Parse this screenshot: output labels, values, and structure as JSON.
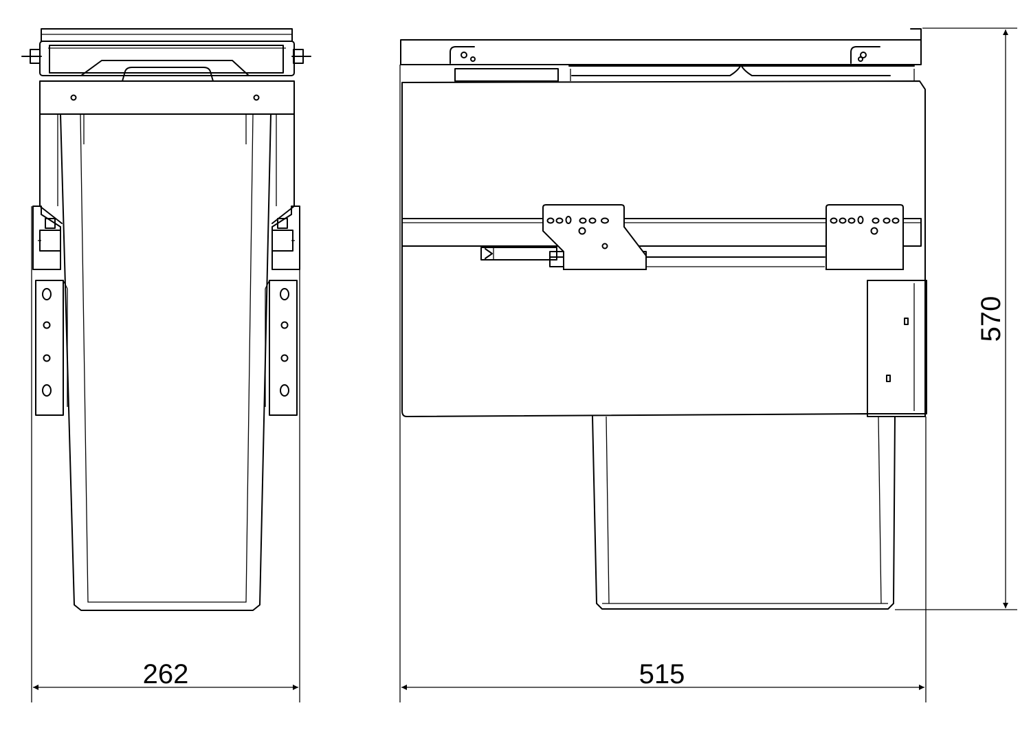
{
  "drawing": {
    "views": [
      "front-view",
      "side-view"
    ],
    "dimensions": {
      "front_width": {
        "value": "262"
      },
      "side_depth": {
        "value": "515"
      },
      "overall_height": {
        "value": "570"
      }
    },
    "colors": {
      "line": "#000000",
      "background": "#ffffff"
    }
  }
}
